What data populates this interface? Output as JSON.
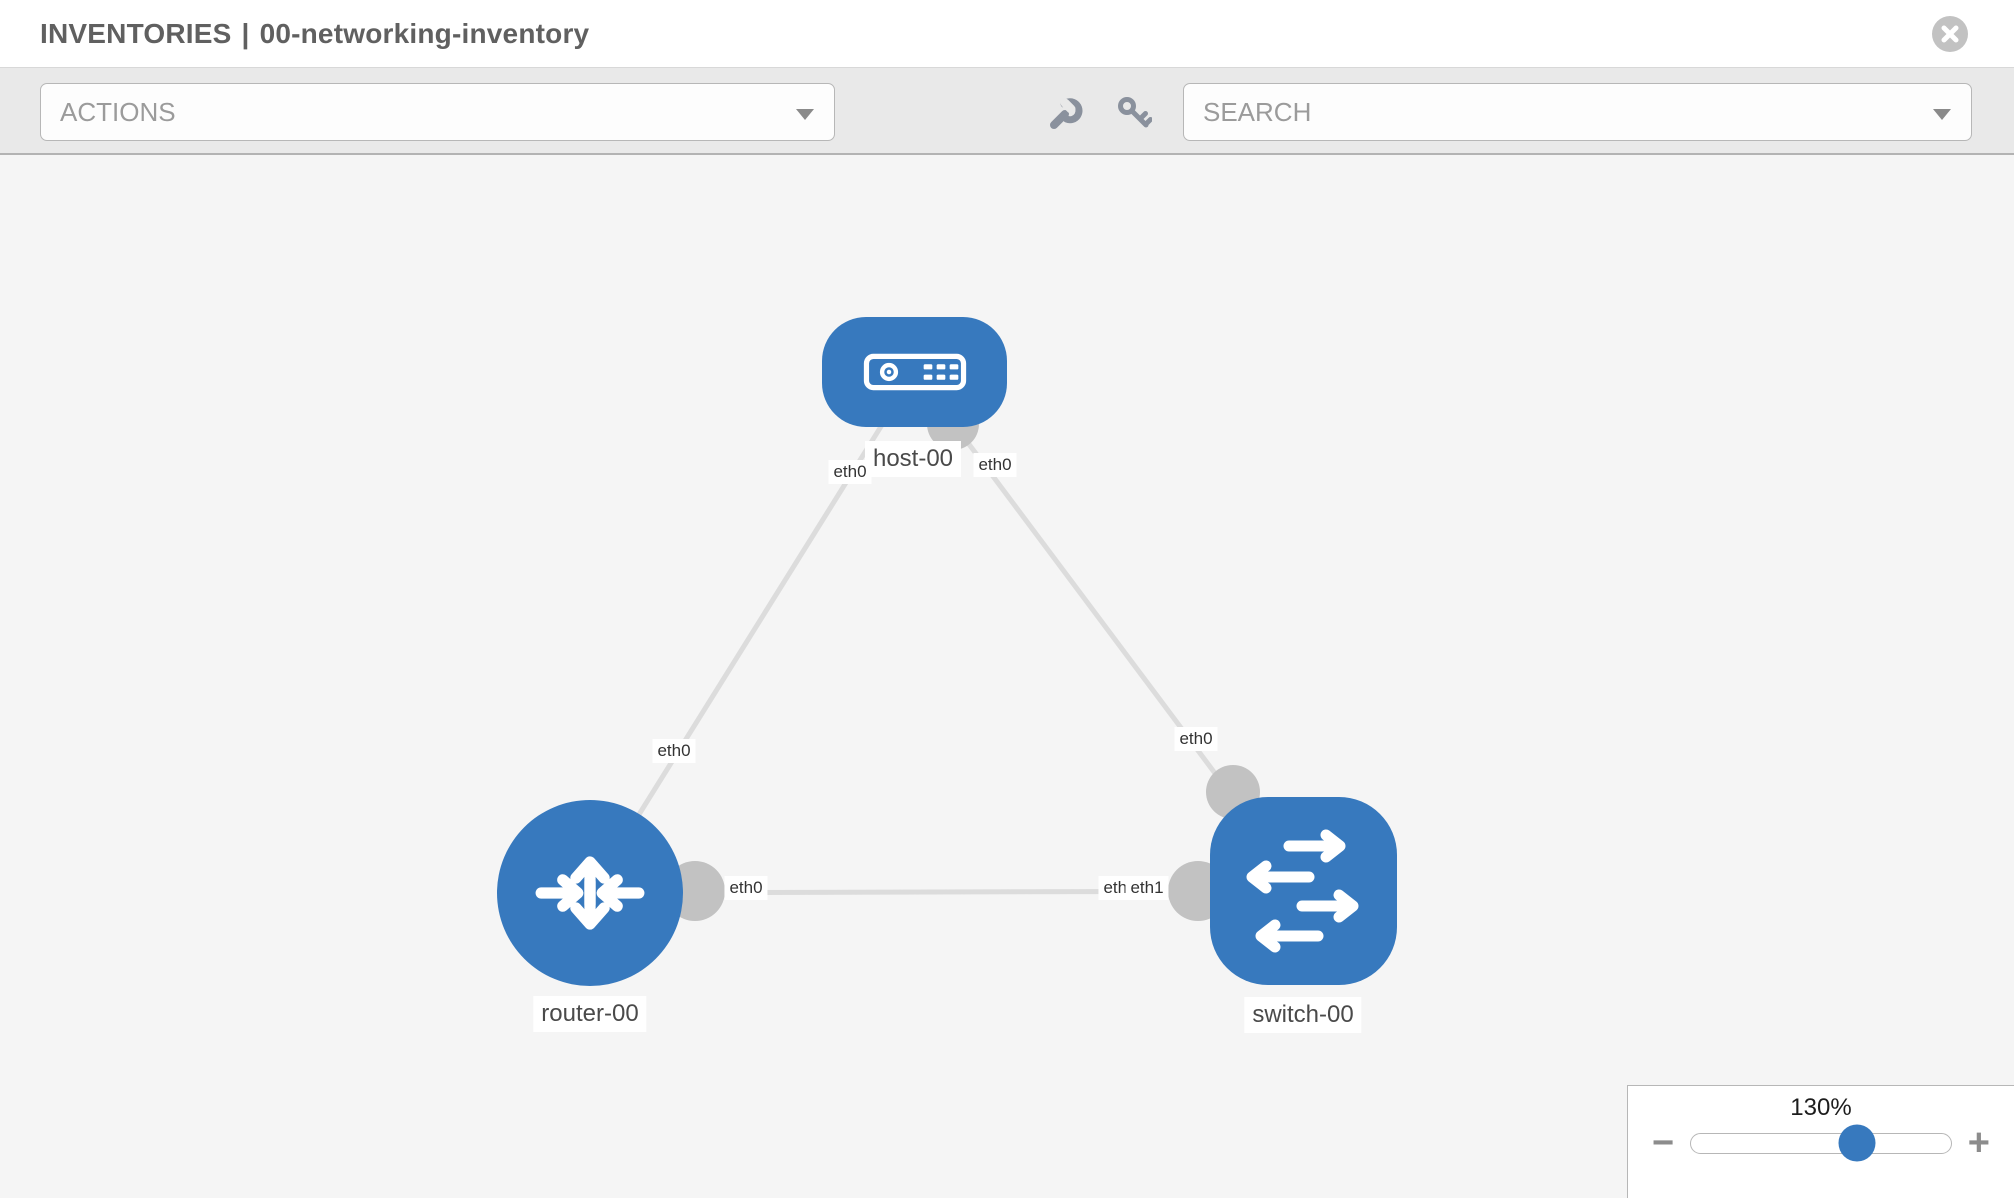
{
  "header": {
    "section": "INVENTORIES",
    "separator": "|",
    "inventory_name": "00-networking-inventory",
    "close_icon": "close-icon"
  },
  "toolbar": {
    "actions_label": "ACTIONS",
    "search_label": "SEARCH",
    "icons": [
      "wrench-icon",
      "key-icon"
    ]
  },
  "topology": {
    "nodes": [
      {
        "id": "host-00",
        "type": "host",
        "label": "host-00"
      },
      {
        "id": "router-00",
        "type": "router",
        "label": "router-00"
      },
      {
        "id": "switch-00",
        "type": "switch",
        "label": "switch-00"
      }
    ],
    "links": [
      {
        "from": "host-00",
        "to": "router-00"
      },
      {
        "from": "host-00",
        "to": "switch-00"
      },
      {
        "from": "router-00",
        "to": "switch-00"
      }
    ],
    "interface_labels": [
      {
        "text": "eth0",
        "near": "host-00-left"
      },
      {
        "text": "eth0",
        "near": "host-00-right"
      },
      {
        "text": "eth0",
        "near": "link-host-router"
      },
      {
        "text": "eth0",
        "near": "link-host-switch"
      },
      {
        "text": "eth0",
        "near": "router-00"
      },
      {
        "text": "eth0",
        "near": "switch-00-under"
      },
      {
        "text": "eth1",
        "near": "switch-00"
      }
    ]
  },
  "zoom_control": {
    "level": "130%",
    "minus_label": "−",
    "plus_label": "+",
    "thumb_percent": 64
  },
  "colors": {
    "node_blue": "#3779be",
    "link_gray": "#dcdcdc",
    "connector_gray": "#c2c2c2",
    "toolbar_bg": "#e9e9e9",
    "canvas_bg": "#f5f5f5",
    "muted_text": "#9b9b9b"
  }
}
